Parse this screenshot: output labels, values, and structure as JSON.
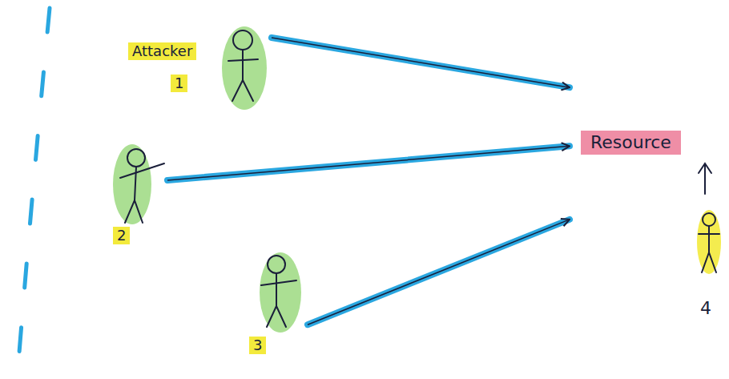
{
  "diagram": {
    "nodes": [
      {
        "text": [
          "Attacker",
          "1"
        ]
      },
      {
        "text": [
          "2"
        ]
      },
      {
        "text": [
          "3"
        ]
      },
      {
        "text": [
          "Resource",
          "4"
        ]
      }
    ],
    "edges": [
      {
        "from": 0,
        "to": 3,
        "arrow": "to"
      },
      {
        "from": 1,
        "to": 3,
        "arrow": "to"
      },
      {
        "from": 2,
        "to": 3,
        "arrow": "to"
      }
    ]
  }
}
